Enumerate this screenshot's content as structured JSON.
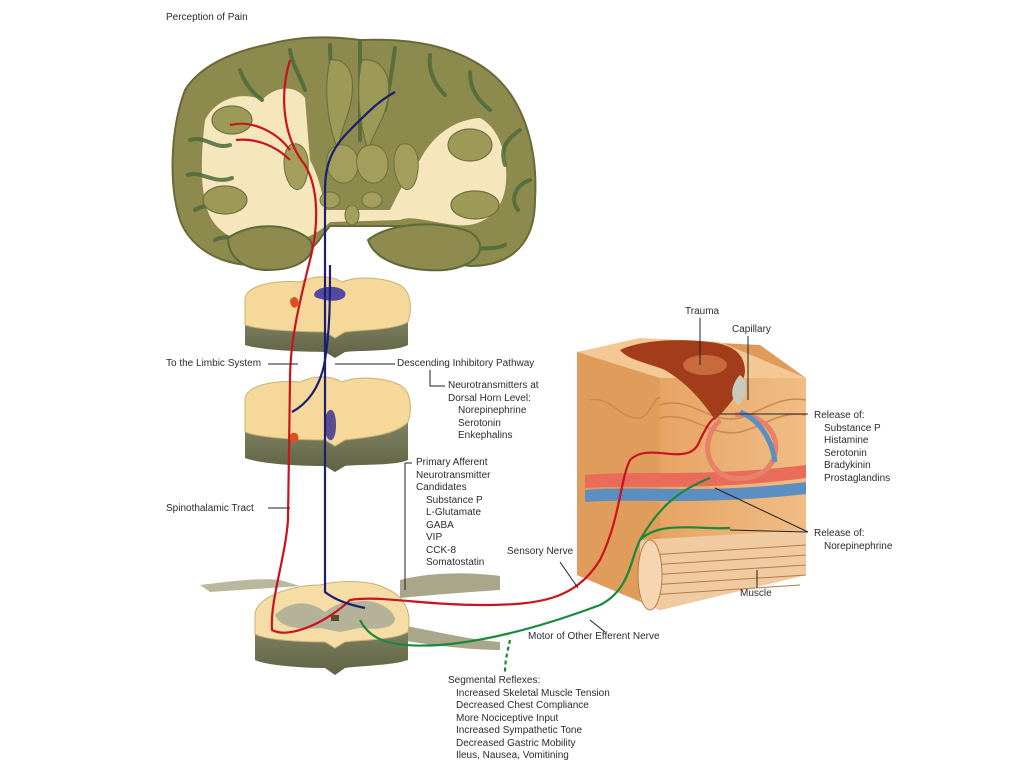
{
  "title": "Perception of Pain",
  "labels": {
    "limbic": "To the Limbic System",
    "descending": "Descending Inhibitory Pathway",
    "dorsal_horn_header": [
      "Neurotransmitters at",
      "Dorsal Horn Level:"
    ],
    "dorsal_horn_items": [
      "Norepinephrine",
      "Serotonin",
      "Enkephalins"
    ],
    "spinothalamic": "Spinothalamic Tract",
    "primary_afferent_header": [
      "Primary Afferent",
      "Neurotransmitter",
      "Candidates"
    ],
    "primary_afferent_items": [
      "Substance P",
      "L-Glutamate",
      "GABA",
      "VIP",
      "CCK-8",
      "Somatostatin"
    ],
    "sensory_nerve": "Sensory Nerve",
    "motor_nerve": "Motor of Other Efferent Nerve",
    "trauma": "Trauma",
    "capillary": "Capillary",
    "release1_header": "Release of:",
    "release1_items": [
      "Substance P",
      "Histamine",
      "Serotonin",
      "Bradykinin",
      "Prostaglandins"
    ],
    "release2_header": "Release of:",
    "release2_items": [
      "Norepinephrine"
    ],
    "muscle": "Muscle",
    "segmental_header": "Segmental Reflexes:",
    "segmental_items": [
      "Increased Skeletal Muscle Tension",
      "Decreased Chest Compliance",
      "More Nociceptive Input",
      "Increased Sympathetic Tone",
      "Decreased Gastric Mobility",
      "Ileus, Nausea, Vomitining"
    ]
  },
  "colors": {
    "ascending_pathway": "#c8141e",
    "descending_pathway": "#1a2070",
    "efferent_pathway": "#1a8a3a",
    "brain_gray_matter": "#8f8a4e",
    "brain_white_matter": "#f7e7bd",
    "spinal_gray_matter": "#b7b49a",
    "tissue": "#e3a66a"
  }
}
